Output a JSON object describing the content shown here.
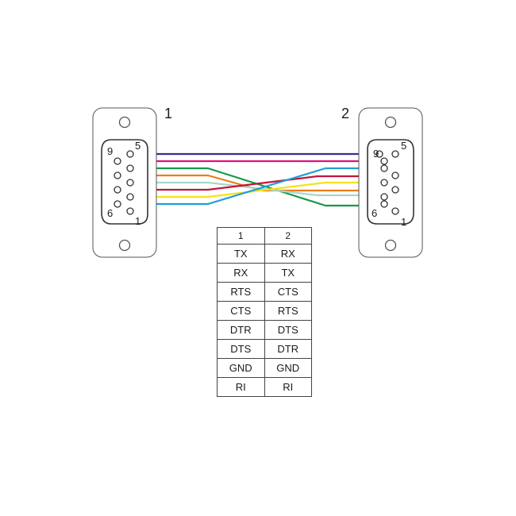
{
  "connectors": [
    {
      "label": "1",
      "pins": {
        "top": "9",
        "top_right": "5",
        "bottom": "6",
        "bottom_right": "1"
      }
    },
    {
      "label": "2",
      "pins": {
        "top": "9",
        "top_right": "5",
        "bottom": "6",
        "bottom_right": "1"
      }
    }
  ],
  "wire_colors": {
    "TX": "#1f9fd8",
    "RX": "#f5e21b",
    "RTS": "#ee7a1a",
    "CTS": "#159a48",
    "DTR": "#a9d6c8",
    "GND": "#3e2a8f",
    "RI": "#e0117a"
  },
  "table": {
    "headers": [
      "1",
      "2"
    ],
    "rows": [
      [
        "TX",
        "RX"
      ],
      [
        "RX",
        "TX"
      ],
      [
        "RTS",
        "CTS"
      ],
      [
        "CTS",
        "RTS"
      ],
      [
        "DTR",
        "DTS"
      ],
      [
        "DTS",
        "DTR"
      ],
      [
        "GND",
        "GND"
      ],
      [
        "RI",
        "RI"
      ]
    ]
  }
}
